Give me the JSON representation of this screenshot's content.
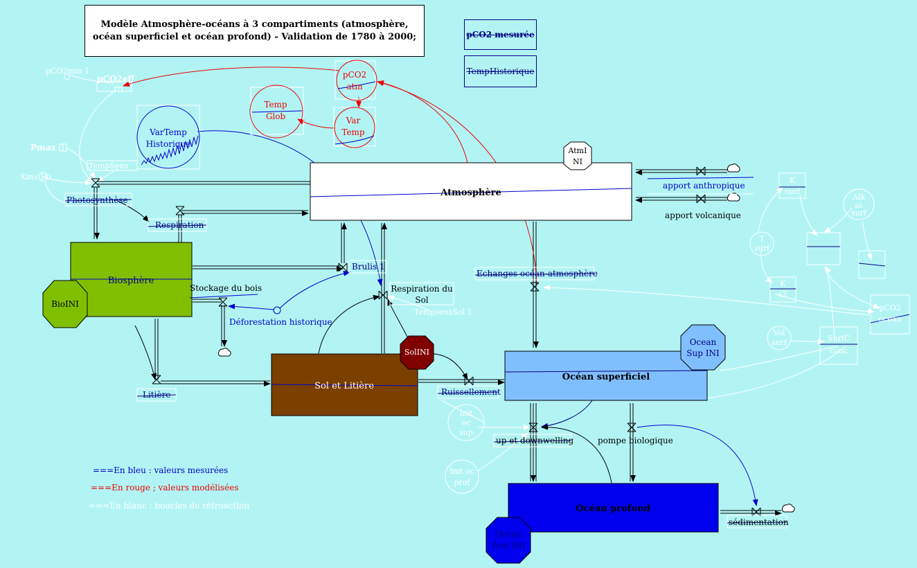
{
  "header": {
    "title": "Modèle Atmosphère-océans à 3 compartiments (atmosphère, océan superficiel et océan profond) - Validation de 1780 à 2000;"
  },
  "buttons": {
    "pco2_mesuree": "pCO2 mesurée",
    "temp_historique": "TempHistorique"
  },
  "stocks": {
    "atmosphere": "Atmosphère",
    "biosphere": "Biosphère",
    "sol": "Sol et Litière",
    "ocean_sup": "Océan superficiel",
    "ocean_prof": "Océan profond"
  },
  "hexagons": {
    "atm_ini": [
      "AtmI",
      "NI"
    ],
    "bio_ini": "BioINI",
    "sol_ini": "SolINI",
    "ocean_sup_ini": [
      "Ocean",
      "Sup INI"
    ],
    "ocean_prof_ini": [
      "Ocean",
      "Prof INI"
    ]
  },
  "flows": {
    "photosynthese": "Photosynthèse",
    "respiration": "Respiration",
    "brulis": "Brulis 1",
    "respiration_sol": [
      "Respiration du",
      "Sol"
    ],
    "stockage_bois": "Stockage du bois",
    "deforestation": "Déforestation historique",
    "litiere": "Litière",
    "ruissellement": "Ruissellement",
    "echanges": "Echanges océan-atmosphère",
    "upwelling": "up et downwelling",
    "pompe": "pompe biologique",
    "sedimentation": "sédimentation",
    "apport_anthropique": "apport anthropique",
    "apport_volcanique": "apport volcanique"
  },
  "aux_red": {
    "pco2_atm": [
      "pCO2",
      "atm"
    ],
    "var_temp": [
      "Var",
      "Temp"
    ],
    "temp_glob": [
      "Temp",
      "Glob"
    ]
  },
  "aux_blue": {
    "vartemp_hist": [
      "VarTemp",
      "Historique"
    ]
  },
  "aux_white": {
    "pco2min": "pCO2min 1",
    "pco2eff": "pCO2eff",
    "pmax": "Pmax",
    "kms": "Kms 1O",
    "tempsens": "TempSens",
    "tempsens_sol": "TempsensSol 1",
    "k_surf": [
      "K",
      "surf"
    ],
    "alk_surf": [
      "Alk",
      "ali",
      "surf"
    ],
    "t_surf": [
      "T",
      "surf"
    ],
    "k_s2": [
      "K",
      "s2"
    ],
    "pco2_ocean": [
      "pCO2",
      "ocean"
    ],
    "vol_surf": [
      "Vol",
      "surf"
    ],
    "surfc_conc": [
      "SurfC",
      "conc"
    ],
    "init_oc_sup": [
      "Init",
      "oc",
      "sup"
    ],
    "init_oc_prof": [
      "Init oc",
      "prof"
    ]
  },
  "legend": {
    "blue": "===En bleu : valeurs mesurées",
    "red": "===En rouge ; valeurs modélisées",
    "white": "===En blanc : boucles de rétroaction"
  },
  "colors": {
    "background": "#b2f4f4",
    "biosphere": "#80bf00",
    "sol": "#7b3f00",
    "ocean_sup": "#80bfff",
    "ocean_prof": "#0000ee",
    "bio_ini": "#80bf00",
    "sol_ini": "#800000",
    "ocean_sup_ini": "#80bfff",
    "ocean_prof_ini": "#0000ee",
    "measured": "#0000cc",
    "modeled": "#ee0000",
    "feedback": "#ffffff"
  }
}
